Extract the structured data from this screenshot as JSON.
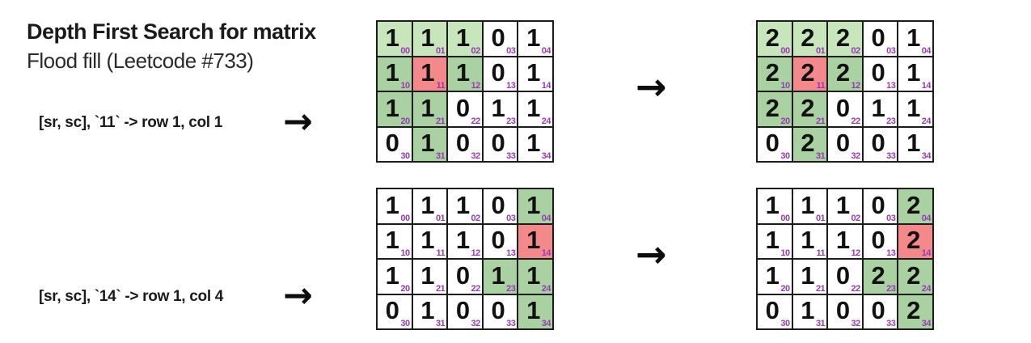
{
  "title": {
    "heading": "Depth First Search for matrix",
    "subheading": "Flood fill (Leetcode #733)"
  },
  "arrow_glyph": "→",
  "colors": {
    "background": "#ffffff",
    "text": "#1a1a1a",
    "digit": "#111111",
    "subscript": "#9b3ab8",
    "grid_line": "#1c1c1c",
    "fill_white": "#ffffff",
    "fill_green_light": "#c8e6bc",
    "fill_green": "#aad1a1",
    "fill_red": "#f4898b"
  },
  "cell_indices": [
    [
      "00",
      "01",
      "02",
      "03",
      "04"
    ],
    [
      "10",
      "11",
      "12",
      "13",
      "14"
    ],
    [
      "20",
      "21",
      "22",
      "23",
      "24"
    ],
    [
      "30",
      "31",
      "32",
      "33",
      "34"
    ]
  ],
  "examples": [
    {
      "label": "[sr, sc], `11` -> row 1, col 1",
      "input_matrix": {
        "values": [
          [
            "1",
            "1",
            "1",
            "0",
            "1"
          ],
          [
            "1",
            "1",
            "1",
            "0",
            "1"
          ],
          [
            "1",
            "1",
            "0",
            "1",
            "1"
          ],
          [
            "0",
            "1",
            "0",
            "0",
            "1"
          ]
        ],
        "fills": [
          [
            "green_light",
            "green_light",
            "green_light",
            "white",
            "white"
          ],
          [
            "green",
            "red",
            "green",
            "white",
            "white"
          ],
          [
            "green",
            "green",
            "white",
            "white",
            "white"
          ],
          [
            "white",
            "green",
            "white",
            "white",
            "white"
          ]
        ]
      },
      "output_matrix": {
        "values": [
          [
            "2",
            "2",
            "2",
            "0",
            "1"
          ],
          [
            "2",
            "2",
            "2",
            "0",
            "1"
          ],
          [
            "2",
            "2",
            "0",
            "1",
            "1"
          ],
          [
            "0",
            "2",
            "0",
            "0",
            "1"
          ]
        ],
        "fills": [
          [
            "green_light",
            "green_light",
            "green_light",
            "white",
            "white"
          ],
          [
            "green",
            "red",
            "green",
            "white",
            "white"
          ],
          [
            "green",
            "green",
            "white",
            "white",
            "white"
          ],
          [
            "white",
            "green",
            "white",
            "white",
            "white"
          ]
        ]
      }
    },
    {
      "label": "[sr, sc], `14` -> row 1, col 4",
      "input_matrix": {
        "values": [
          [
            "1",
            "1",
            "1",
            "0",
            "1"
          ],
          [
            "1",
            "1",
            "1",
            "0",
            "1"
          ],
          [
            "1",
            "1",
            "0",
            "1",
            "1"
          ],
          [
            "0",
            "1",
            "0",
            "0",
            "1"
          ]
        ],
        "fills": [
          [
            "white",
            "white",
            "white",
            "white",
            "green"
          ],
          [
            "white",
            "white",
            "white",
            "white",
            "red"
          ],
          [
            "white",
            "white",
            "white",
            "green",
            "green"
          ],
          [
            "white",
            "white",
            "white",
            "white",
            "green"
          ]
        ]
      },
      "output_matrix": {
        "values": [
          [
            "1",
            "1",
            "1",
            "0",
            "2"
          ],
          [
            "1",
            "1",
            "1",
            "0",
            "2"
          ],
          [
            "1",
            "1",
            "0",
            "2",
            "2"
          ],
          [
            "0",
            "1",
            "0",
            "0",
            "2"
          ]
        ],
        "fills": [
          [
            "white",
            "white",
            "white",
            "white",
            "green"
          ],
          [
            "white",
            "white",
            "white",
            "white",
            "red"
          ],
          [
            "white",
            "white",
            "white",
            "green",
            "green"
          ],
          [
            "white",
            "white",
            "white",
            "white",
            "green"
          ]
        ]
      }
    }
  ]
}
